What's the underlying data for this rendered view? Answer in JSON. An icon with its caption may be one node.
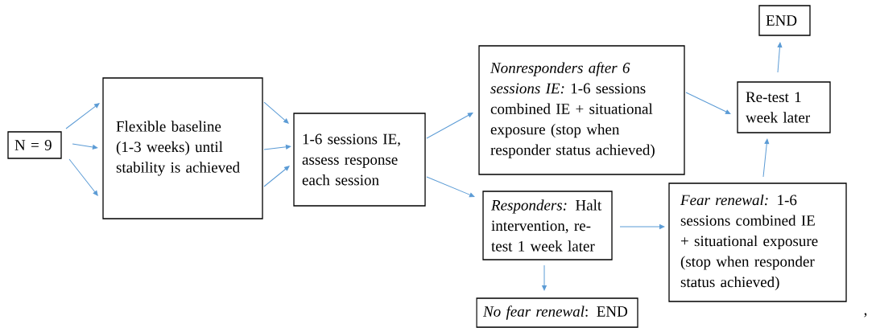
{
  "diagram": {
    "nodes": [
      {
        "text": [
          "N = 9"
        ]
      },
      {
        "text": [
          "Flexible baseline (1-3 weeks) until stability is achieved"
        ]
      },
      {
        "text": [
          "1-6 sessions IE, assess response each session"
        ]
      },
      {
        "text": [
          "*Nonresponders after 6 sessions IE:* 1-6 sessions combined IE + situational exposure (stop when responder status achieved)"
        ]
      },
      {
        "text": [
          "*Responders:* Halt intervention, re-test 1 week later"
        ]
      },
      {
        "text": [
          "*No fear renewal*: END"
        ]
      },
      {
        "text": [
          "*Fear renewal:* 1-6 sessions combined IE + situational exposure (stop when responder status achieved)"
        ]
      },
      {
        "text": [
          "Re-test 1 week later"
        ]
      },
      {
        "text": [
          "END"
        ]
      }
    ],
    "edges": [
      {
        "from": 0,
        "to": 1,
        "arrow": "to"
      },
      {
        "from": 0,
        "to": 1,
        "arrow": "to"
      },
      {
        "from": 0,
        "to": 1,
        "arrow": "to"
      },
      {
        "from": 1,
        "to": 2,
        "arrow": "to"
      },
      {
        "from": 1,
        "to": 2,
        "arrow": "to"
      },
      {
        "from": 1,
        "to": 2,
        "arrow": "to"
      },
      {
        "from": 2,
        "to": 3,
        "arrow": "to"
      },
      {
        "from": 2,
        "to": 4,
        "arrow": "to"
      },
      {
        "from": 3,
        "to": 7,
        "arrow": "to"
      },
      {
        "from": 4,
        "to": 6,
        "arrow": "to"
      },
      {
        "from": 4,
        "to": 5,
        "arrow": "to"
      },
      {
        "from": 6,
        "to": 7,
        "arrow": "to"
      },
      {
        "from": 7,
        "to": 8,
        "arrow": "to"
      }
    ],
    "labels": [
      ","
    ]
  }
}
